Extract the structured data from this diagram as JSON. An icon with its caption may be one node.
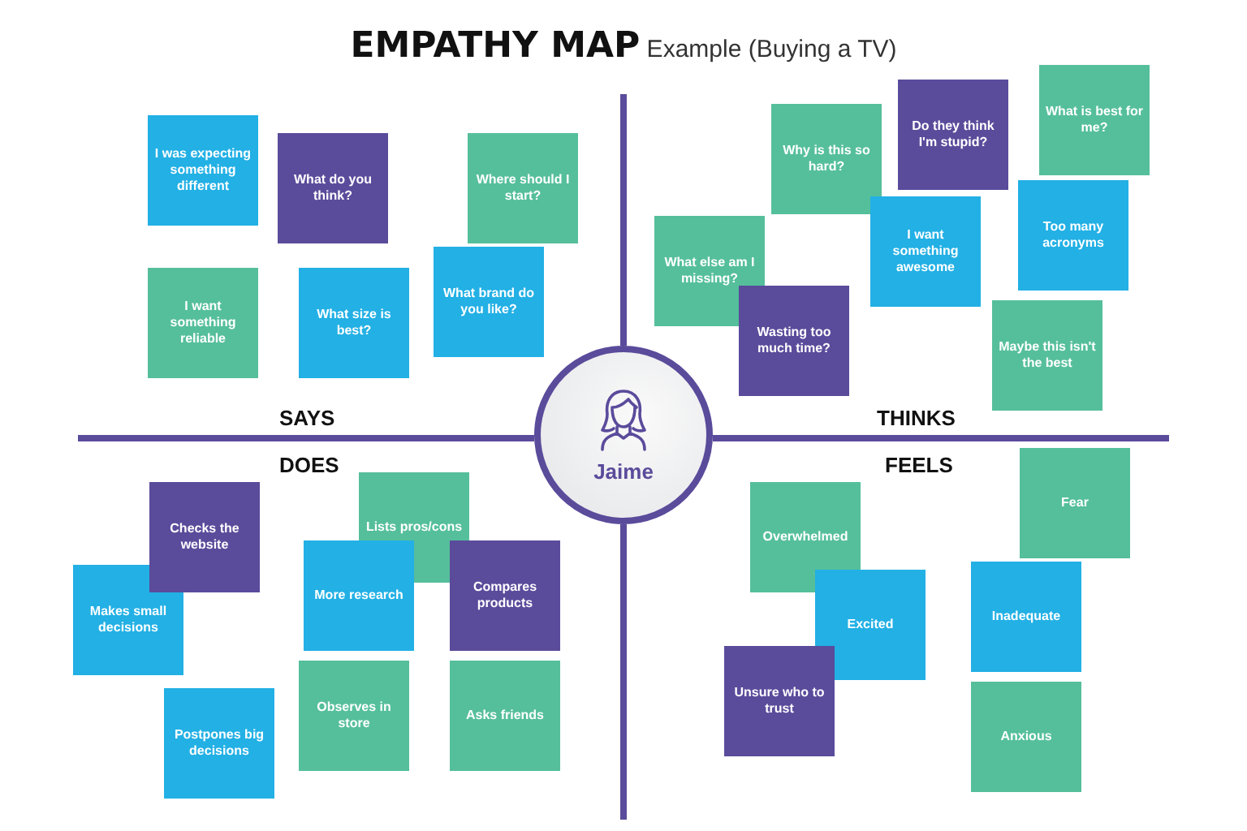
{
  "diagram": {
    "title": "**EMPATHY MAP** Example (Buying a TV)",
    "nodes": [
      {
        "text": [
          "I was expecting something different"
        ]
      },
      {
        "text": [
          "What do you think?"
        ]
      },
      {
        "text": [
          "Where should I start?"
        ]
      },
      {
        "text": [
          "What brand do you like?"
        ]
      },
      {
        "text": [
          "I want something reliable"
        ]
      },
      {
        "text": [
          "What size is best?"
        ]
      },
      {
        "text": [
          "Why is this so hard?"
        ]
      },
      {
        "text": [
          "Do they think I'm stupid?"
        ]
      },
      {
        "text": [
          "What is best for me?"
        ]
      },
      {
        "text": [
          "What else am I missing?"
        ]
      },
      {
        "text": [
          "Wasting too much time?"
        ]
      },
      {
        "text": [
          "I want something awesome"
        ]
      },
      {
        "text": [
          "Too many acronyms"
        ]
      },
      {
        "text": [
          "Maybe this isn't the best"
        ]
      },
      {
        "text": [
          "Jaime"
        ]
      },
      {
        "text": [
          "Checks the website"
        ]
      },
      {
        "text": [
          "Makes small decisions"
        ]
      },
      {
        "text": [
          "Lists pros/cons"
        ]
      },
      {
        "text": [
          "More research"
        ]
      },
      {
        "text": [
          "Compares products"
        ]
      },
      {
        "text": [
          "Postpones big decisions"
        ]
      },
      {
        "text": [
          "Observes in store"
        ]
      },
      {
        "text": [
          "Asks friends"
        ]
      },
      {
        "text": [
          "Overwhelmed"
        ]
      },
      {
        "text": [
          "Fear"
        ]
      },
      {
        "text": [
          "Inadequate"
        ]
      },
      {
        "text": [
          "Excited"
        ]
      },
      {
        "text": [
          "Unsure who to trust"
        ]
      },
      {
        "text": [
          "Anxious"
        ]
      }
    ],
    "labels": [
      "SAYS",
      "THINKS",
      "DOES",
      "FEELS"
    ]
  }
}
